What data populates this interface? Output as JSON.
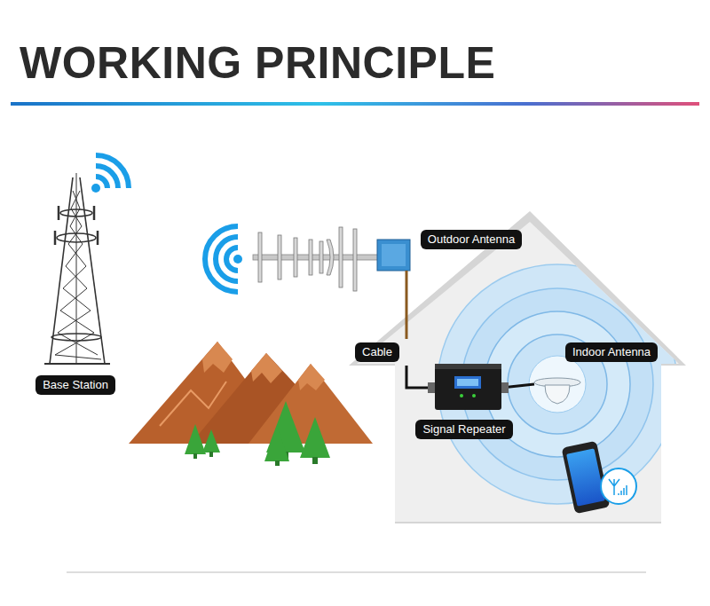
{
  "diagram": {
    "title": "WORKING PRINCIPLE",
    "nodes": [
      {
        "text": [
          "Outdoor Antenna"
        ]
      },
      {
        "text": [
          "Cable"
        ]
      },
      {
        "text": [
          "Indoor Antenna"
        ]
      },
      {
        "text": [
          "Base Station"
        ]
      },
      {
        "text": [
          "Signal Repeater"
        ]
      }
    ]
  }
}
